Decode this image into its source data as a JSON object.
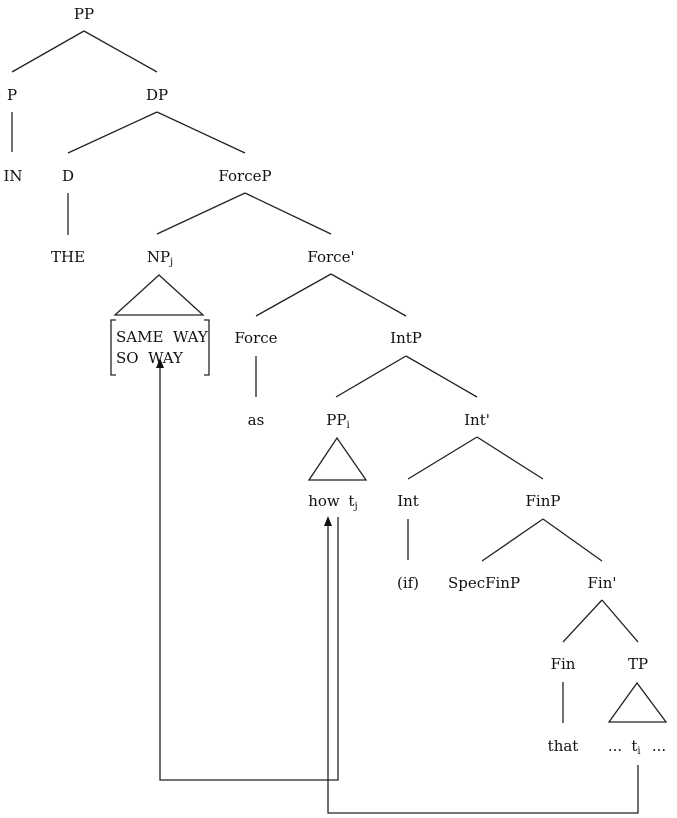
{
  "nodes": {
    "pp_root": "PP",
    "p": "P",
    "dp": "DP",
    "in": "IN",
    "d": "D",
    "forcep": "ForceP",
    "the": "THE",
    "np": "NP",
    "np_index": "j",
    "force_bar": "Force'",
    "same_way": "SAME  WAY",
    "so_way": "SO  WAY",
    "force": "Force",
    "intp": "IntP",
    "as": "as",
    "pp_i": "PP",
    "pp_i_index": "i",
    "int_bar": "Int'",
    "how": "how",
    "t_j": "t",
    "t_j_index": "j",
    "int": "Int",
    "finp": "FinP",
    "if": "(if)",
    "specfinp": "SpecFinP",
    "fin_bar": "Fin'",
    "fin": "Fin",
    "tp": "TP",
    "that": "that",
    "dots_left": "...",
    "t_i": "t",
    "t_i_index": "i",
    "dots_right": "..."
  }
}
